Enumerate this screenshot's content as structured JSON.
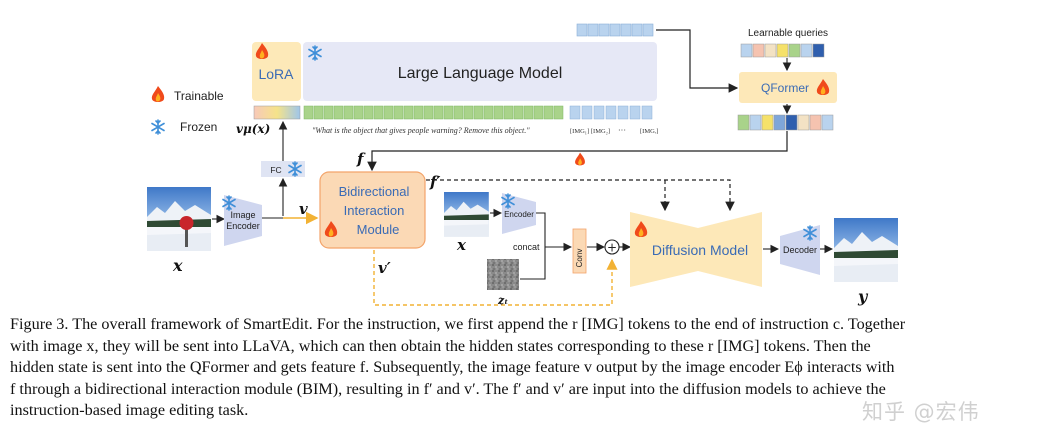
{
  "figure": {
    "llm_label": "Large Language Model",
    "lora_label": "LoRA",
    "legend": {
      "trainable": "Trainable",
      "frozen": "Frozen"
    },
    "learnable_queries_label": "Learnable queries",
    "qformer_label": "QFormer",
    "instruction_text": "\"What is the object that gives people warning? Remove this object.\"",
    "img_tokens": "[IMG₁] [IMG₂]",
    "img_ellipsis": "···",
    "img_last": "[IMGᵣ]",
    "v_mu_label": "vμ(x)",
    "fc_label": "FC",
    "f_label": "f",
    "f_prime_label": "f′",
    "v_label": "v",
    "v_prime_label": "v′",
    "x_label": "x",
    "image_encoder_label_1": "Image",
    "image_encoder_label_2": "Encoder",
    "bim_line1": "Bidirectional",
    "bim_line2": "Interaction",
    "bim_line3": "Module",
    "encoder_label": "Encoder",
    "concat_label": "concat",
    "conv_label": "Conv",
    "zt_label": "zₜ",
    "plus_label": "+",
    "diffusion_label": "Diffusion Model",
    "decoder_label": "Decoder",
    "y_label": "y"
  },
  "caption": {
    "line1": "Figure 3. The overall framework of SmartEdit. For the instruction, we first append the r [IMG] tokens to the end of instruction c. Together",
    "line2": "with image x, they will be sent into LLaVA, which can then obtain the hidden states corresponding to these r [IMG] tokens. Then the",
    "line3": "hidden state is sent into the QFormer and gets feature f. Subsequently, the image feature v output by the image encoder Eϕ interacts with",
    "line4": "f through a bidirectional interaction module (BIM), resulting in f′ and v′. The f′ and v′ are input into the diffusion models to achieve the",
    "line5": "instruction-based image editing task."
  },
  "watermark": "知乎 @宏伟",
  "colors": {
    "llm_fill": "#e6e8f6",
    "lora_fill": "#fde9b8",
    "bim_fill": "#fbd9b5",
    "bim_stroke": "#f3a46b",
    "diffusion_fill": "#fde8b8",
    "encoder_fill": "#cfd6ef",
    "token_green": "#a9d38a",
    "token_blue": "#b9d3ee",
    "orange_dash": "#f2b234"
  }
}
